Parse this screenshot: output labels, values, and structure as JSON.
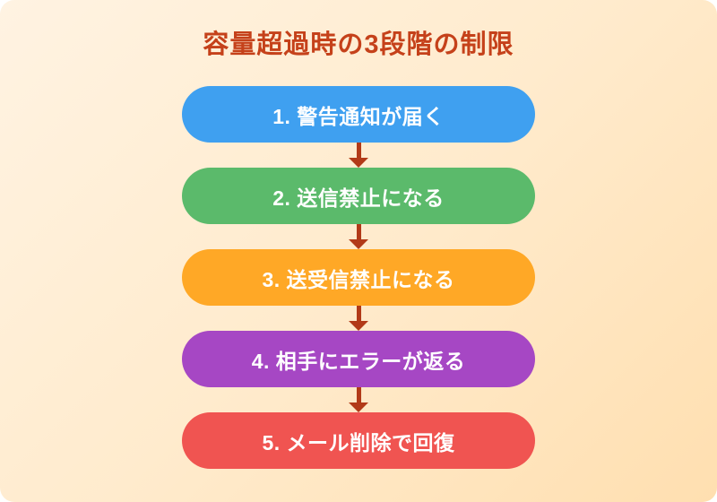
{
  "title": "容量超過時の3段階の制限",
  "colors": {
    "background_start": "#FFF3E2",
    "background_mid": "#FFEBCD",
    "background_end": "#FFDFB0",
    "title": "#C5411A",
    "arrow": "#B23A18",
    "step_text": "#FFFFFF"
  },
  "chart_data": {
    "type": "flowchart",
    "title": "容量超過時の3段階の制限",
    "direction": "top-down",
    "steps": [
      {
        "order": 1,
        "label": "1. 警告通知が届く",
        "color": "#3FA0F0"
      },
      {
        "order": 2,
        "label": "2. 送信禁止になる",
        "color": "#5BBA6B"
      },
      {
        "order": 3,
        "label": "3. 送受信禁止になる",
        "color": "#FFA826"
      },
      {
        "order": 4,
        "label": "4. 相手にエラーが返る",
        "color": "#A647C4"
      },
      {
        "order": 5,
        "label": "5. メール削除で回復",
        "color": "#F05451"
      }
    ]
  },
  "steps": [
    {
      "label": "1. 警告通知が届く",
      "color": "#3FA0F0"
    },
    {
      "label": "2. 送信禁止になる",
      "color": "#5BBA6B"
    },
    {
      "label": "3. 送受信禁止になる",
      "color": "#FFA826"
    },
    {
      "label": "4. 相手にエラーが返る",
      "color": "#A647C4"
    },
    {
      "label": "5. メール削除で回復",
      "color": "#F05451"
    }
  ]
}
